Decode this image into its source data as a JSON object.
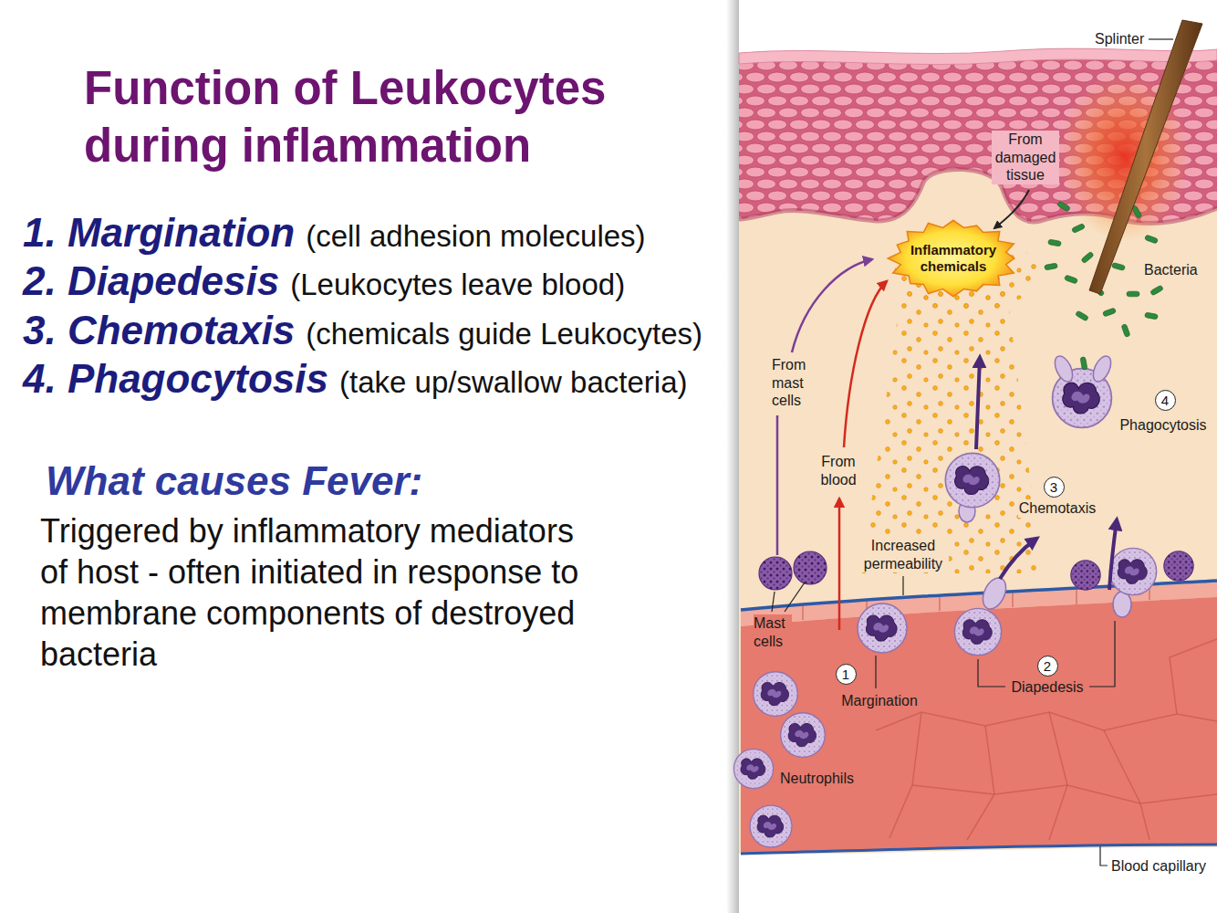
{
  "diagram": {
    "title": "Function of Leukocytes during inflammation",
    "nodes": [
      {
        "text": [
          "Inflammatory chemicals"
        ]
      },
      {
        "text": [
          "4"
        ]
      },
      {
        "text": [
          "3"
        ]
      },
      {
        "text": [
          "2"
        ]
      },
      {
        "text": [
          "1"
        ]
      }
    ],
    "labels": [
      "1. Margination",
      "(cell adhesion molecules)",
      "2. Diapedesis",
      "(Leukocytes leave blood)",
      "3. Chemotaxis",
      "(chemicals guide Leukocytes)",
      "4. Phagocytosis",
      "(take up/swallow bacteria)",
      "What causes Fever:",
      "Triggered by inflammatory mediators of host - often initiated in response to membrane components of destroyed bacteria",
      "Splinter",
      "From damaged tissue",
      "Bacteria",
      "From mast cells",
      "Phagocytosis",
      "From blood",
      "Chemotaxis",
      "Increased permeability",
      "Mast cells",
      "Diapedesis",
      "Margination",
      "Neutrophils",
      "Blood capillary"
    ]
  }
}
